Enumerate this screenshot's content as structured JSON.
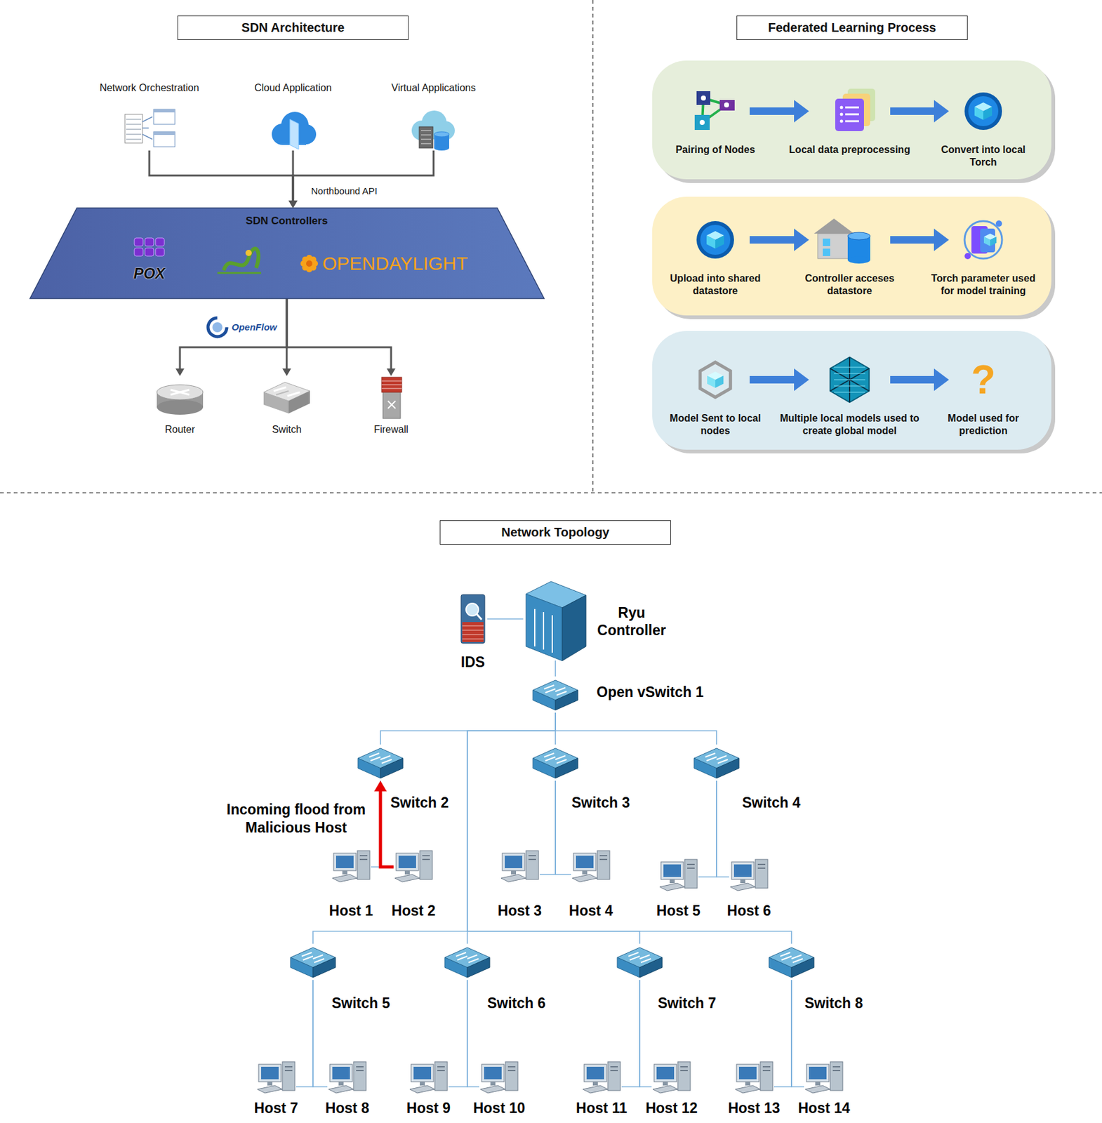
{
  "diagram": {
    "nodes": [
      {
        "text": [
          "SDN Architecture"
        ]
      },
      {
        "text": [
          "Federated Learning Process"
        ]
      },
      {
        "text": [
          "Network Orchestration"
        ]
      },
      {
        "text": [
          "Cloud Application"
        ]
      },
      {
        "text": [
          "Virtual Applications"
        ]
      },
      {
        "text": [
          "SDN Controllers",
          "POX",
          "OPENDAYLIGHT"
        ]
      },
      {
        "text": [
          "Router"
        ]
      },
      {
        "text": [
          "Switch"
        ]
      },
      {
        "text": [
          "Firewall"
        ]
      },
      {
        "text": [
          "Pairing of Nodes"
        ]
      },
      {
        "text": [
          "Local data preprocessing"
        ]
      },
      {
        "text": [
          "Convert into local Torch"
        ]
      },
      {
        "text": [
          "Upload into shared datastore"
        ]
      },
      {
        "text": [
          "Controller acceses datastore"
        ]
      },
      {
        "text": [
          "Torch parameter used for model training"
        ]
      },
      {
        "text": [
          "Model Sent to local nodes"
        ]
      },
      {
        "text": [
          "Multiple local models used to create global model"
        ]
      },
      {
        "text": [
          "Model used for prediction"
        ]
      },
      {
        "text": [
          "Network Topology"
        ]
      },
      {
        "text": [
          "IDS"
        ]
      },
      {
        "text": [
          "Ryu Controller"
        ]
      },
      {
        "text": [
          "Open vSwitch 1"
        ]
      },
      {
        "text": [
          "Switch 2"
        ]
      },
      {
        "text": [
          "Switch 3"
        ]
      },
      {
        "text": [
          "Switch 4"
        ]
      },
      {
        "text": [
          "Host 1"
        ]
      },
      {
        "text": [
          "Host 2"
        ]
      },
      {
        "text": [
          "Host 3"
        ]
      },
      {
        "text": [
          "Host 4"
        ]
      },
      {
        "text": [
          "Host 5"
        ]
      },
      {
        "text": [
          "Host 6"
        ]
      },
      {
        "text": [
          "Switch 5"
        ]
      },
      {
        "text": [
          "Switch 6"
        ]
      },
      {
        "text": [
          "Switch 7"
        ]
      },
      {
        "text": [
          "Switch 8"
        ]
      },
      {
        "text": [
          "Host 7"
        ]
      },
      {
        "text": [
          "Host 8"
        ]
      },
      {
        "text": [
          "Host 9"
        ]
      },
      {
        "text": [
          "Host 10"
        ]
      },
      {
        "text": [
          "Host 11"
        ]
      },
      {
        "text": [
          "Host 12"
        ]
      },
      {
        "text": [
          "Host 13"
        ]
      },
      {
        "text": [
          "Host 14"
        ]
      }
    ],
    "edges": [
      {
        "from": 2,
        "to": 5,
        "arrow": "to"
      },
      {
        "from": 3,
        "to": 5,
        "arrow": "to",
        "label": "Northbound API"
      },
      {
        "from": 4,
        "to": 5,
        "arrow": "to"
      },
      {
        "from": 5,
        "to": 6,
        "arrow": "to"
      },
      {
        "from": 5,
        "to": 7,
        "arrow": "to",
        "label": "OpenFlow"
      },
      {
        "from": 5,
        "to": 8,
        "arrow": "to"
      },
      {
        "from": 9,
        "to": 10,
        "arrow": "to"
      },
      {
        "from": 10,
        "to": 11,
        "arrow": "to"
      },
      {
        "from": 12,
        "to": 13,
        "arrow": "to"
      },
      {
        "from": 13,
        "to": 14,
        "arrow": "to"
      },
      {
        "from": 15,
        "to": 16,
        "arrow": "to"
      },
      {
        "from": 16,
        "to": 17,
        "arrow": "to"
      },
      {
        "from": 19,
        "to": 20,
        "arrow": "none"
      },
      {
        "from": 20,
        "to": 21,
        "arrow": "none"
      },
      {
        "from": 21,
        "to": 22,
        "arrow": "none"
      },
      {
        "from": 21,
        "to": 23,
        "arrow": "none"
      },
      {
        "from": 21,
        "to": 24,
        "arrow": "none"
      },
      {
        "from": 21,
        "to": 31,
        "arrow": "none"
      },
      {
        "from": 21,
        "to": 32,
        "arrow": "none"
      },
      {
        "from": 21,
        "to": 33,
        "arrow": "none"
      },
      {
        "from": 21,
        "to": 34,
        "arrow": "none"
      },
      {
        "from": 22,
        "to": 25,
        "arrow": "none"
      },
      {
        "from": 26,
        "to": 22,
        "arrow": "to",
        "label": "Incoming flood from Malicious Host"
      },
      {
        "from": 23,
        "to": 27,
        "arrow": "none"
      },
      {
        "from": 23,
        "to": 28,
        "arrow": "none"
      },
      {
        "from": 24,
        "to": 29,
        "arrow": "none"
      },
      {
        "from": 24,
        "to": 30,
        "arrow": "none"
      },
      {
        "from": 31,
        "to": 35,
        "arrow": "none"
      },
      {
        "from": 31,
        "to": 36,
        "arrow": "none"
      },
      {
        "from": 32,
        "to": 37,
        "arrow": "none"
      },
      {
        "from": 32,
        "to": 38,
        "arrow": "none"
      },
      {
        "from": 33,
        "to": 39,
        "arrow": "none"
      },
      {
        "from": 33,
        "to": 40,
        "arrow": "none"
      },
      {
        "from": 34,
        "to": 41,
        "arrow": "none"
      },
      {
        "from": 34,
        "to": 42,
        "arrow": "none"
      }
    ],
    "labels": [
      "?"
    ]
  }
}
